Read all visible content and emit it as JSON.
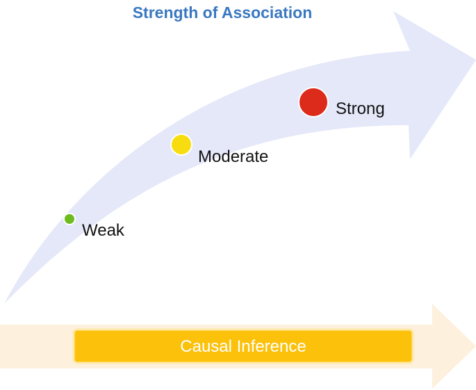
{
  "title": "Strength of Association",
  "levels": [
    {
      "label": "Weak",
      "color": "#6dbb1f"
    },
    {
      "label": "Moderate",
      "color": "#f7dc0f"
    },
    {
      "label": "Strong",
      "color": "#dc2a1b"
    }
  ],
  "causal_inference": {
    "label": "Causal Inference"
  },
  "colors": {
    "title": "#3a78c0",
    "curved_arrow": "#e4e8f8",
    "bottom_arrow": "#fdf0dc",
    "inference_box": "#fcc10a",
    "inference_box_border": "#ffe9a8"
  }
}
